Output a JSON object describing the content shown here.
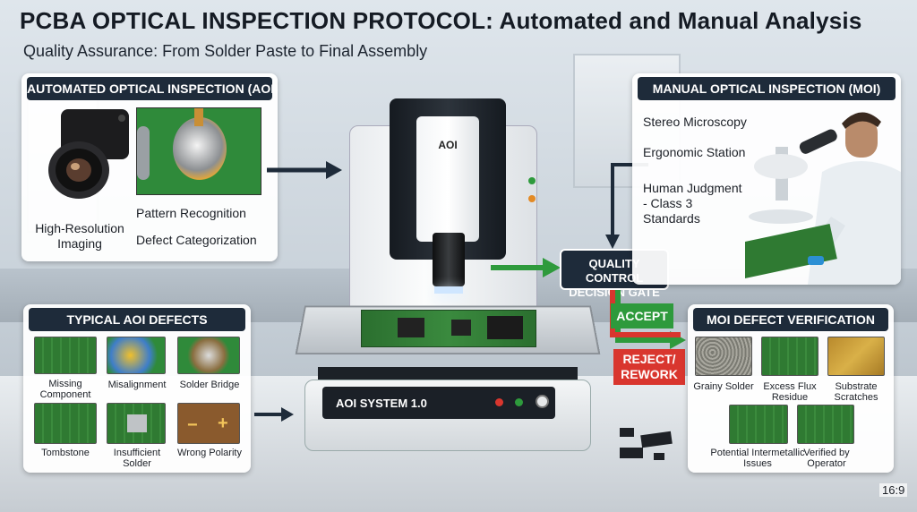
{
  "title": "PCBA OPTICAL INSPECTION PROTOCOL: Automated and Manual Analysis",
  "subtitle": "Quality Assurance: From Solder Paste to Final Assembly",
  "aoi": {
    "header": "AUTOMATED OPTICAL INSPECTION (AOI)",
    "camera_label": "High-Resolution\nImaging",
    "features": [
      "Pattern Recognition",
      "Defect Categorization"
    ]
  },
  "defects": {
    "header": "TYPICAL AOI DEFECTS",
    "items": [
      "Missing Component",
      "Misalignment",
      "Solder Bridge",
      "Tombstone",
      "Insufficient Solder",
      "Wrong Polarity"
    ]
  },
  "machine": {
    "head_label": "AOI",
    "system_label": "AOI SYSTEM 1.0"
  },
  "gate": {
    "label": "QUALITY CONTROL DECISION GATE",
    "accept": "ACCEPT",
    "reject": "REJECT/ REWORK"
  },
  "moi": {
    "header": "MANUAL OPTICAL INSPECTION (MOI)",
    "features": [
      "Stereo Microscopy",
      "Ergonomic Station",
      "Human Judgment - Class 3 Standards"
    ]
  },
  "verification": {
    "header": "MOI DEFECT VERIFICATION",
    "items": [
      "Grainy Solder",
      "Excess Flux Residue",
      "Substrate Scratches",
      "Potential Intermetallic Issues",
      "Verified by Operator"
    ]
  },
  "aspect": "16:9",
  "colors": {
    "header_bg": "#1e2b3a",
    "accept": "#2e9a3c",
    "reject": "#d9362e"
  }
}
